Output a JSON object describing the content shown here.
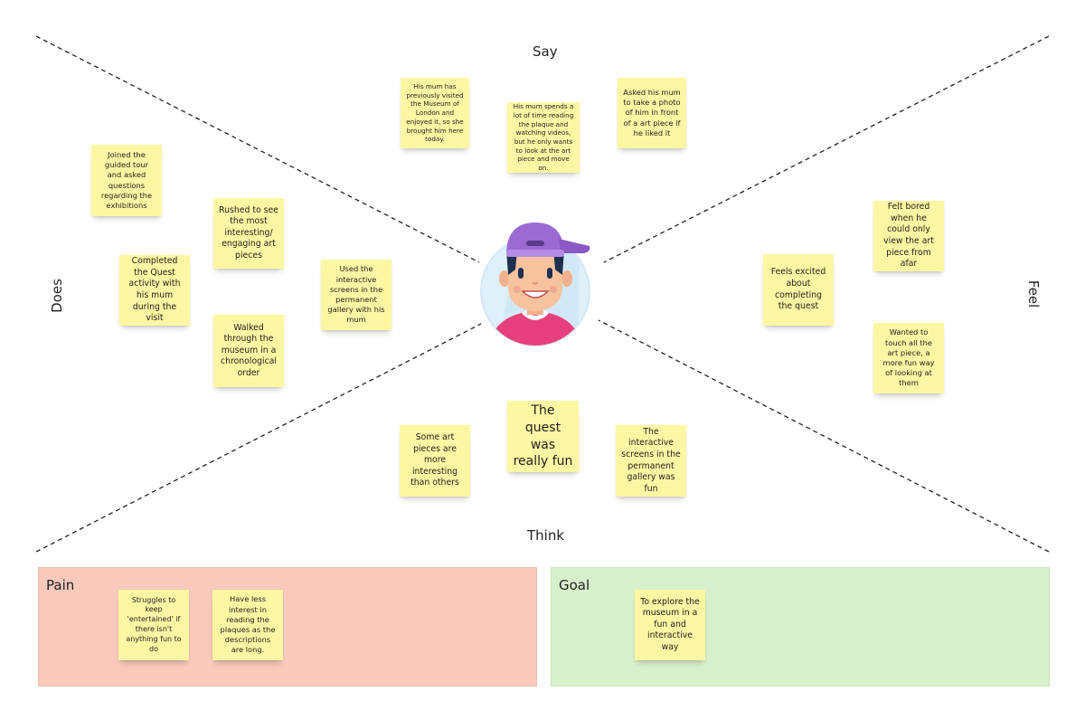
{
  "quadrants": {
    "say": "Say",
    "does": "Does",
    "feel": "Feel",
    "think": "Think"
  },
  "notes": {
    "say_1": "His mum has previously visited the Museum of London and enjoyed it, so she brought him here today.",
    "say_2": "His mum spends a lot of time reading the plaque and watching videos, but he only wants to look at the art piece and move on.",
    "say_3": "Asked his mum to take a photo of him in front of a art piece if he liked it",
    "does_1": "Joined the guided tour and asked questions regarding the exhibitions",
    "does_2": "Rushed to see the most interesting/ engaging art pieces",
    "does_3": "Completed the Quest activity with his mum during the visit",
    "does_4": "Used the interactive screens in the permanent gallery with his mum",
    "does_5": "Walked through the museum in a chronological order",
    "feel_1": "Felt bored when he could only view the art piece from afar",
    "feel_2": "Feels excited about completing the quest",
    "feel_3": "Wanted to touch all the art piece, a more fun way of looking at them",
    "think_1": "Some art pieces are more interesting than others",
    "think_2": "The quest was really fun",
    "think_3": "The interactive screens in the permanent gallery was fun"
  },
  "pain": {
    "title": "Pain",
    "notes": [
      "Struggles to keep 'entertained' if there isn't anything fun to do",
      "Have less interest in reading the plaques as the descriptions are long."
    ],
    "color": "#f9c9bb"
  },
  "goal": {
    "title": "Goal",
    "notes": [
      "To explore the museum in a fun and interactive way"
    ],
    "color": "#d9f0cc"
  },
  "note_color": "#fdf7a3",
  "avatar_icon": "boy-with-cap-avatar-icon"
}
